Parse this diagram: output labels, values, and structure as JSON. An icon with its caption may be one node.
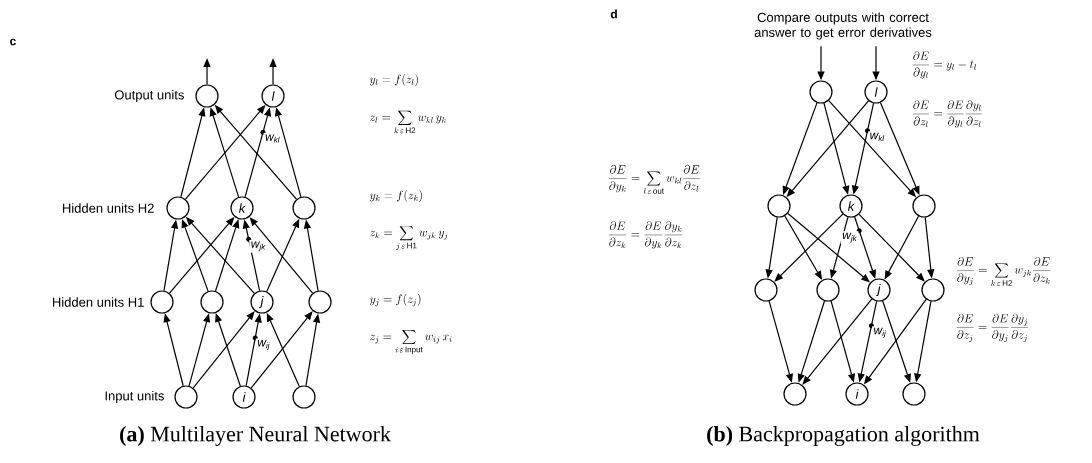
{
  "diagram": {
    "nodes": [
      {
        "text": [],
        "shape": "circle"
      },
      {
        "text": [
          "l"
        ]
      },
      {
        "text": [],
        "shape": "circle"
      },
      {
        "text": [
          "k"
        ]
      },
      {
        "text": [],
        "shape": "circle"
      },
      {
        "text": [],
        "shape": "circle"
      },
      {
        "text": [],
        "shape": "circle"
      },
      {
        "text": [
          "j"
        ]
      },
      {
        "text": [],
        "shape": "circle"
      },
      {
        "text": [],
        "shape": "circle"
      },
      {
        "text": [
          "i"
        ]
      },
      {
        "text": [],
        "shape": "circle"
      },
      {
        "text": [
          "Compare outputs with correct answer to get error derivatives"
        ]
      },
      {
        "text": [],
        "shape": "circle"
      },
      {
        "text": [
          "l"
        ]
      },
      {
        "text": [],
        "shape": "circle"
      },
      {
        "text": [
          "k"
        ]
      },
      {
        "text": [],
        "shape": "circle"
      },
      {
        "text": [],
        "shape": "circle"
      },
      {
        "text": [],
        "shape": "circle"
      },
      {
        "text": [
          "j"
        ]
      },
      {
        "text": [],
        "shape": "circle"
      },
      {
        "text": [],
        "shape": "circle"
      },
      {
        "text": [
          "i"
        ]
      },
      {
        "text": [],
        "shape": "circle"
      }
    ],
    "edges": [
      {
        "from": 0,
        "to": null,
        "arrow": "to"
      },
      {
        "from": 1,
        "to": null,
        "arrow": "to"
      },
      {
        "from": 2,
        "to": 0,
        "arrow": "to"
      },
      {
        "from": 3,
        "to": 0,
        "arrow": "to"
      },
      {
        "from": 4,
        "to": 0,
        "arrow": "to"
      },
      {
        "from": 2,
        "to": 1,
        "arrow": "to"
      },
      {
        "from": 3,
        "to": 1,
        "arrow": "to",
        "label": "w$_{kl}$"
      },
      {
        "from": 4,
        "to": 1,
        "arrow": "to"
      },
      {
        "from": 5,
        "to": 2,
        "arrow": "to"
      },
      {
        "from": 6,
        "to": 2,
        "arrow": "to"
      },
      {
        "from": 7,
        "to": 2,
        "arrow": "to"
      },
      {
        "from": 5,
        "to": 3,
        "arrow": "to"
      },
      {
        "from": 6,
        "to": 3,
        "arrow": "to"
      },
      {
        "from": 7,
        "to": 3,
        "arrow": "to",
        "label": "w$_{jk}$"
      },
      {
        "from": 8,
        "to": 3,
        "arrow": "to"
      },
      {
        "from": 7,
        "to": 4,
        "arrow": "to"
      },
      {
        "from": 8,
        "to": 4,
        "arrow": "to"
      },
      {
        "from": 9,
        "to": 5,
        "arrow": "to"
      },
      {
        "from": 9,
        "to": 6,
        "arrow": "to"
      },
      {
        "from": 9,
        "to": 7,
        "arrow": "to"
      },
      {
        "from": 10,
        "to": 6,
        "arrow": "to"
      },
      {
        "from": 10,
        "to": 7,
        "arrow": "to",
        "label": "w$_{ij}$"
      },
      {
        "from": 10,
        "to": 8,
        "arrow": "to"
      },
      {
        "from": 11,
        "to": 7,
        "arrow": "to"
      },
      {
        "from": 11,
        "to": 8,
        "arrow": "to"
      },
      {
        "from": 12,
        "to": 13,
        "arrow": "to"
      },
      {
        "from": 12,
        "to": 14,
        "arrow": "to"
      },
      {
        "from": 13,
        "to": 15,
        "arrow": "to"
      },
      {
        "from": 13,
        "to": 16,
        "arrow": "to"
      },
      {
        "from": 13,
        "to": 17,
        "arrow": "to"
      },
      {
        "from": 14,
        "to": 15,
        "arrow": "to"
      },
      {
        "from": 14,
        "to": 16,
        "arrow": "to",
        "label": "w$_{kl}$"
      },
      {
        "from": 14,
        "to": 17,
        "arrow": "to"
      },
      {
        "from": 15,
        "to": 18,
        "arrow": "to"
      },
      {
        "from": 15,
        "to": 19,
        "arrow": "to"
      },
      {
        "from": 15,
        "to": 20,
        "arrow": "to"
      },
      {
        "from": 16,
        "to": 18,
        "arrow": "to"
      },
      {
        "from": 16,
        "to": 19,
        "arrow": "to"
      },
      {
        "from": 16,
        "to": 20,
        "arrow": "to",
        "label": "w$_{jk}$"
      },
      {
        "from": 16,
        "to": 21,
        "arrow": "to"
      },
      {
        "from": 17,
        "to": 20,
        "arrow": "to"
      },
      {
        "from": 17,
        "to": 21,
        "arrow": "to"
      },
      {
        "from": 18,
        "to": 22,
        "arrow": "to"
      },
      {
        "from": 19,
        "to": 22,
        "arrow": "to"
      },
      {
        "from": 20,
        "to": 22,
        "arrow": "to"
      },
      {
        "from": 19,
        "to": 23,
        "arrow": "to"
      },
      {
        "from": 20,
        "to": 23,
        "arrow": "to",
        "label": "w$_{ij}$"
      },
      {
        "from": 21,
        "to": 23,
        "arrow": "to"
      },
      {
        "from": 20,
        "to": 24,
        "arrow": "to"
      },
      {
        "from": 21,
        "to": 24,
        "arrow": "to"
      }
    ],
    "labels": [
      "c",
      "Output units",
      "y_l = f(z_l)",
      "z_l = \\sum_{k\\,\\varepsilon\\,\\mathrm{H2}} w_{kl}\\, y_k",
      "Hidden units H2",
      "y_k = f(z_k)",
      "z_k = \\sum_{j\\,\\varepsilon\\,\\mathrm{H1}} w_{jk}\\, y_j",
      "Hidden units H1",
      "y_j = f(z_j)",
      "z_j = \\sum_{i\\,\\varepsilon\\,\\mathrm{Input}} w_{ij}\\, x_i",
      "Input units",
      "**(a)** Multilayer Neural Network",
      "d",
      "\\frac{\\partial E}{\\partial y_l} = y_l - t_l",
      "\\frac{\\partial E}{\\partial z_l} = \\frac{\\partial E}{\\partial y_l}\\frac{\\partial y_l}{\\partial z_l}",
      "\\frac{\\partial E}{\\partial y_k} = \\sum_{l\\,\\varepsilon\\,\\mathrm{out}} w_{kl}\\frac{\\partial E}{\\partial z_l}",
      "\\frac{\\partial E}{\\partial z_k} = \\frac{\\partial E}{\\partial y_k}\\frac{\\partial y_k}{\\partial z_k}",
      "\\frac{\\partial E}{\\partial y_j} = \\sum_{k\\,\\varepsilon\\,\\mathrm{H2}} w_{jk}\\frac{\\partial E}{\\partial z_k}",
      "\\frac{\\partial E}{\\partial z_j} = \\frac{\\partial E}{\\partial y_j}\\frac{\\partial y_j}{\\partial z_j}",
      "**(b)** Backpropagation algorithm"
    ]
  }
}
